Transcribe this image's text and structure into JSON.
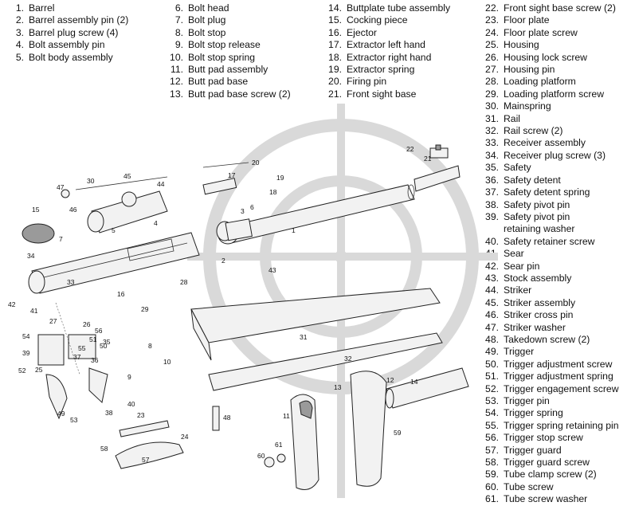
{
  "legend": {
    "col1": [
      {
        "num": "1.",
        "label": "Barrel"
      },
      {
        "num": "2.",
        "label": "Barrel assembly pin (2)"
      },
      {
        "num": "3.",
        "label": "Barrel plug screw (4)"
      },
      {
        "num": "4.",
        "label": "Bolt assembly pin"
      },
      {
        "num": "5.",
        "label": "Bolt body assembly"
      }
    ],
    "col2": [
      {
        "num": "6.",
        "label": "Bolt head"
      },
      {
        "num": "7.",
        "label": "Bolt plug"
      },
      {
        "num": "8.",
        "label": "Bolt stop"
      },
      {
        "num": "9.",
        "label": "Bolt stop release"
      },
      {
        "num": "10.",
        "label": "Bolt stop spring"
      },
      {
        "num": "11.",
        "label": "Butt pad assembly"
      },
      {
        "num": "12.",
        "label": "Butt pad base"
      },
      {
        "num": "13.",
        "label": "Butt pad base screw (2)"
      }
    ],
    "col3": [
      {
        "num": "14.",
        "label": "Buttplate tube assembly"
      },
      {
        "num": "15.",
        "label": "Cocking piece"
      },
      {
        "num": "16.",
        "label": "Ejector"
      },
      {
        "num": "17.",
        "label": "Extractor left hand"
      },
      {
        "num": "18.",
        "label": "Extractor right hand"
      },
      {
        "num": "19.",
        "label": "Extractor spring"
      },
      {
        "num": "20.",
        "label": "Firing pin"
      },
      {
        "num": "21.",
        "label": "Front sight base"
      }
    ],
    "col4": [
      {
        "num": "22.",
        "label": "Front sight base screw (2)"
      },
      {
        "num": "23.",
        "label": "Floor plate"
      },
      {
        "num": "24.",
        "label": "Floor plate screw"
      },
      {
        "num": "25.",
        "label": "Housing"
      },
      {
        "num": "26.",
        "label": "Housing lock screw"
      },
      {
        "num": "27.",
        "label": "Housing pin"
      },
      {
        "num": "28.",
        "label": "Loading platform"
      },
      {
        "num": "29.",
        "label": "Loading platform screw"
      },
      {
        "num": "30.",
        "label": "Mainspring"
      },
      {
        "num": "31.",
        "label": "Rail"
      },
      {
        "num": "32.",
        "label": "Rail screw (2)"
      },
      {
        "num": "33.",
        "label": "Receiver assembly"
      },
      {
        "num": "34.",
        "label": "Receiver plug screw (3)"
      },
      {
        "num": "35.",
        "label": "Safety"
      },
      {
        "num": "36.",
        "label": "Safety detent"
      },
      {
        "num": "37.",
        "label": "Safety detent spring"
      },
      {
        "num": "38.",
        "label": "Safety pivot pin"
      },
      {
        "num": "39.",
        "label": "Safety pivot pin"
      },
      {
        "num": "",
        "label": "retaining washer"
      },
      {
        "num": "40.",
        "label": "Safety retainer screw"
      },
      {
        "num": "41.",
        "label": "Sear"
      },
      {
        "num": "42.",
        "label": "Sear pin"
      },
      {
        "num": "43.",
        "label": "Stock assembly"
      },
      {
        "num": "44.",
        "label": "Striker"
      },
      {
        "num": "45.",
        "label": "Striker assembly"
      },
      {
        "num": "46.",
        "label": "Striker cross pin"
      },
      {
        "num": "47.",
        "label": "Striker washer"
      },
      {
        "num": "48.",
        "label": "Takedown screw (2)"
      },
      {
        "num": "49.",
        "label": "Trigger"
      },
      {
        "num": "50.",
        "label": "Trigger adjustment screw"
      },
      {
        "num": "51.",
        "label": "Trigger adjustment spring"
      },
      {
        "num": "52.",
        "label": "Trigger engagement screw"
      },
      {
        "num": "53.",
        "label": "Trigger pin"
      },
      {
        "num": "54.",
        "label": "Trigger spring"
      },
      {
        "num": "55.",
        "label": "Trigger spring retaining pin"
      },
      {
        "num": "56.",
        "label": "Trigger stop screw"
      },
      {
        "num": "57.",
        "label": "Trigger guard"
      },
      {
        "num": "58.",
        "label": "Trigger guard screw"
      },
      {
        "num": "59.",
        "label": "Tube clamp screw (2)"
      },
      {
        "num": "60.",
        "label": "Tube screw"
      },
      {
        "num": "61.",
        "label": "Tube screw washer"
      }
    ]
  },
  "callouts": [
    {
      "id": "1",
      "text": "1"
    },
    {
      "id": "2",
      "text": "2"
    },
    {
      "id": "3",
      "text": "3"
    },
    {
      "id": "4",
      "text": "4"
    },
    {
      "id": "5",
      "text": "5"
    },
    {
      "id": "6",
      "text": "6"
    },
    {
      "id": "7",
      "text": "7"
    },
    {
      "id": "8",
      "text": "8"
    },
    {
      "id": "9",
      "text": "9"
    },
    {
      "id": "10",
      "text": "10"
    },
    {
      "id": "11",
      "text": "11"
    },
    {
      "id": "12",
      "text": "12"
    },
    {
      "id": "13",
      "text": "13"
    },
    {
      "id": "14",
      "text": "14"
    },
    {
      "id": "15",
      "text": "15"
    },
    {
      "id": "16",
      "text": "16"
    },
    {
      "id": "17",
      "text": "17"
    },
    {
      "id": "18",
      "text": "18"
    },
    {
      "id": "19",
      "text": "19"
    },
    {
      "id": "20",
      "text": "20"
    },
    {
      "id": "21",
      "text": "21"
    },
    {
      "id": "22",
      "text": "22"
    },
    {
      "id": "23",
      "text": "23"
    },
    {
      "id": "24",
      "text": "24"
    },
    {
      "id": "25",
      "text": "25"
    },
    {
      "id": "26",
      "text": "26"
    },
    {
      "id": "27",
      "text": "27"
    },
    {
      "id": "28",
      "text": "28"
    },
    {
      "id": "29",
      "text": "29"
    },
    {
      "id": "30",
      "text": "30"
    },
    {
      "id": "31",
      "text": "31"
    },
    {
      "id": "32",
      "text": "32"
    },
    {
      "id": "33",
      "text": "33"
    },
    {
      "id": "34",
      "text": "34"
    },
    {
      "id": "35",
      "text": "35"
    },
    {
      "id": "36",
      "text": "36"
    },
    {
      "id": "37",
      "text": "37"
    },
    {
      "id": "38",
      "text": "38"
    },
    {
      "id": "39",
      "text": "39"
    },
    {
      "id": "40",
      "text": "40"
    },
    {
      "id": "41",
      "text": "41"
    },
    {
      "id": "42",
      "text": "42"
    },
    {
      "id": "43",
      "text": "43"
    },
    {
      "id": "44",
      "text": "44"
    },
    {
      "id": "45",
      "text": "45"
    },
    {
      "id": "46",
      "text": "46"
    },
    {
      "id": "47",
      "text": "47"
    },
    {
      "id": "48",
      "text": "48"
    },
    {
      "id": "49",
      "text": "49"
    },
    {
      "id": "50",
      "text": "50"
    },
    {
      "id": "51",
      "text": "51"
    },
    {
      "id": "52",
      "text": "52"
    },
    {
      "id": "53",
      "text": "53"
    },
    {
      "id": "54",
      "text": "54"
    },
    {
      "id": "55",
      "text": "55"
    },
    {
      "id": "56",
      "text": "56"
    },
    {
      "id": "57",
      "text": "57"
    },
    {
      "id": "58",
      "text": "58"
    },
    {
      "id": "59",
      "text": "59"
    },
    {
      "id": "60",
      "text": "60"
    },
    {
      "id": "61",
      "text": "61"
    }
  ],
  "colors": {
    "ink": "#111111",
    "watermark": "#d9d9d9",
    "part_fill": "#f2f2f2",
    "dark_part": "#9a9a9a"
  }
}
